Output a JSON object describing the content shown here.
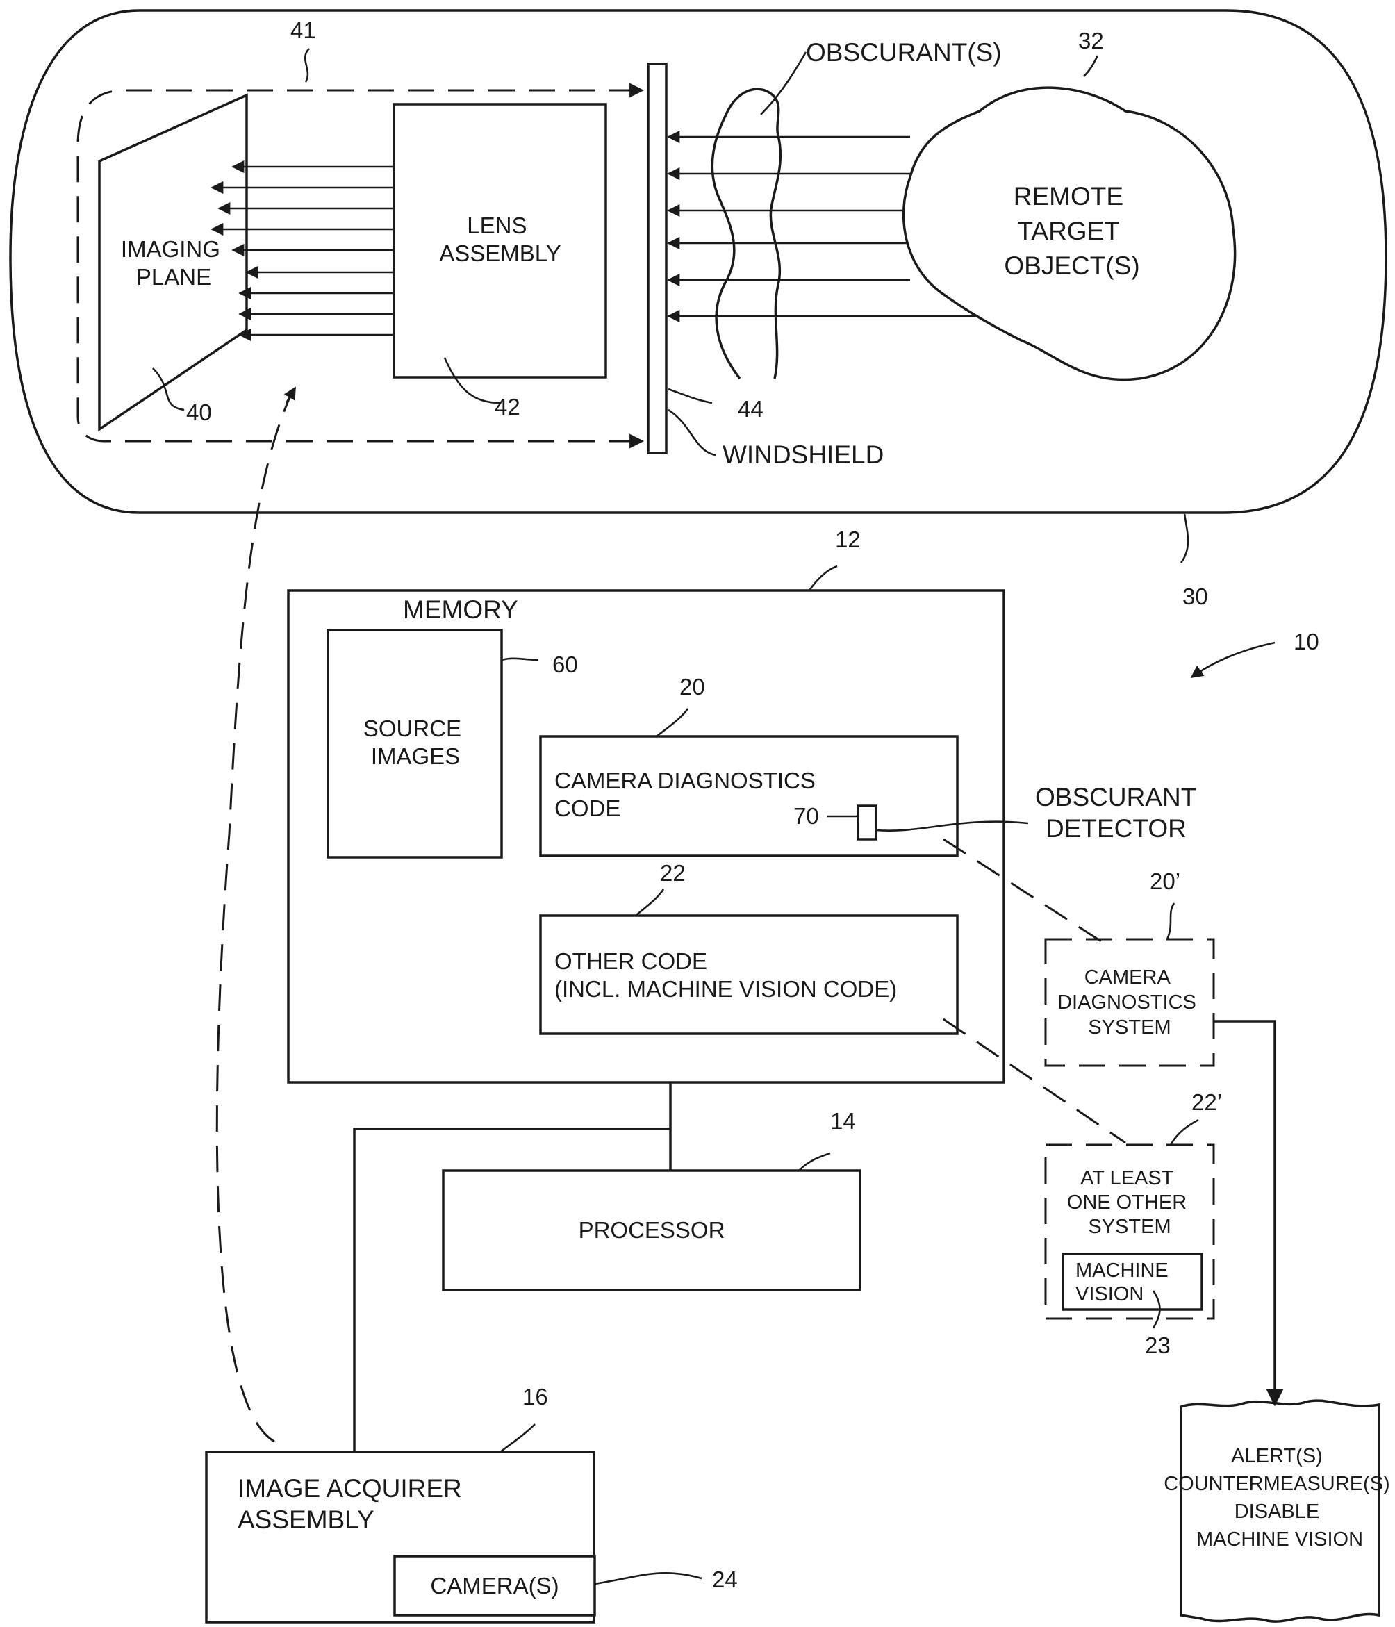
{
  "labels": {
    "ref_41": "41",
    "obscurants": "OBSCURANT(S)",
    "ref_32": "32",
    "remote_target_lines": [
      "REMOTE",
      "TARGET",
      "OBJECT(S)"
    ],
    "imaging_plane_lines": [
      "IMAGING",
      "PLANE"
    ],
    "lens_assembly_lines": [
      "LENS",
      "ASSEMBLY"
    ],
    "ref_40": "40",
    "ref_42": "42",
    "ref_44": "44",
    "windshield": "WINDSHIELD",
    "ref_12": "12",
    "ref_30": "30",
    "ref_10": "10",
    "memory": "MEMORY",
    "ref_60": "60",
    "source_images_lines": [
      "SOURCE",
      "IMAGES"
    ],
    "ref_20": "20",
    "camera_diag_code_lines": [
      "CAMERA DIAGNOSTICS",
      "CODE"
    ],
    "ref_70": "70",
    "obscurant_detector_lines": [
      "OBSCURANT",
      "DETECTOR"
    ],
    "ref_22": "22",
    "other_code_lines": [
      "OTHER CODE",
      "(INCL. MACHINE VISION CODE)"
    ],
    "ref_20p": "20’",
    "camera_diag_system_lines": [
      "CAMERA",
      "DIAGNOSTICS",
      "SYSTEM"
    ],
    "ref_14": "14",
    "processor": "PROCESSOR",
    "ref_22p": "22’",
    "other_system_lines": [
      "AT LEAST",
      "ONE OTHER",
      "SYSTEM"
    ],
    "machine_vision_lines": [
      "MACHINE",
      "VISION"
    ],
    "ref_23": "23",
    "ref_16": "16",
    "image_acquirer_lines": [
      "IMAGE ACQUIRER",
      "ASSEMBLY"
    ],
    "cameras": "CAMERA(S)",
    "ref_24": "24",
    "alerts_lines": [
      "ALERT(S)",
      "COUNTERMEASURE(S)",
      "DISABLE",
      "MACHINE VISION"
    ]
  }
}
